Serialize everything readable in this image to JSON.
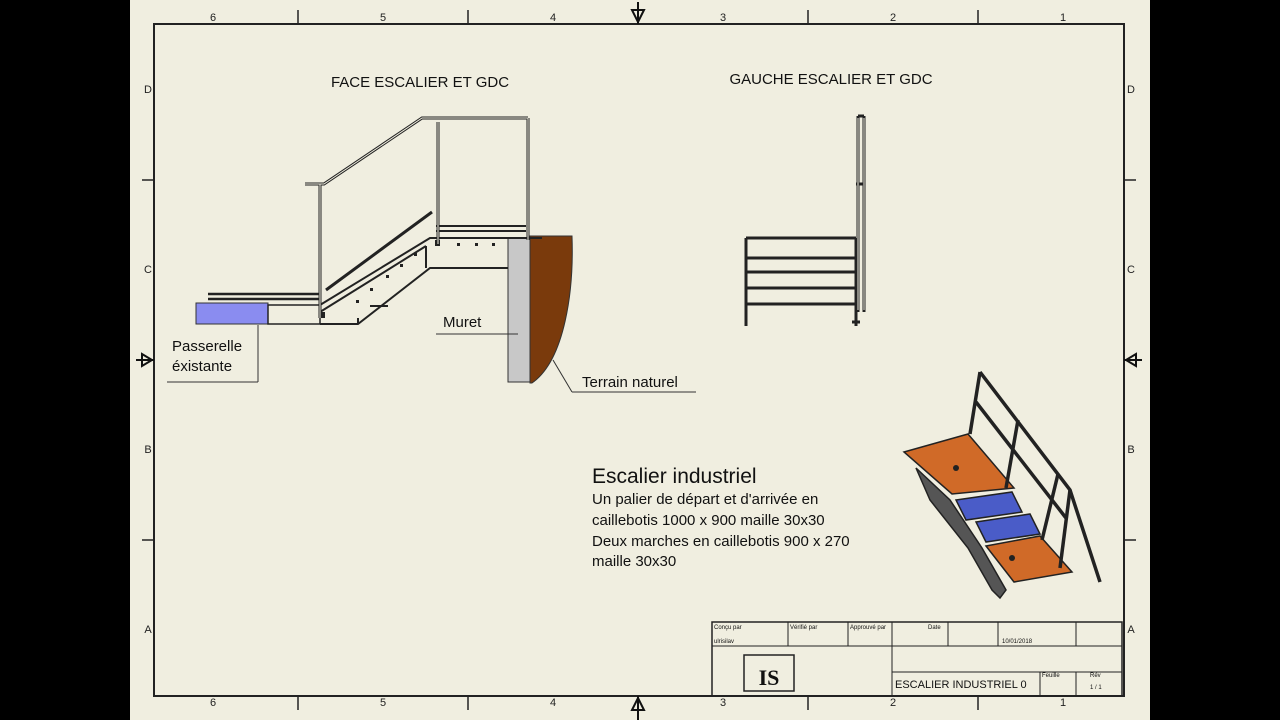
{
  "sheet": {
    "zone_numbers": [
      "6",
      "5",
      "4",
      "3",
      "2",
      "1"
    ],
    "zone_letters": [
      "D",
      "C",
      "B",
      "A"
    ]
  },
  "views": {
    "front_title": "FACE ESCALIER ET GDC",
    "left_title": "GAUCHE ESCALIER ET GDC"
  },
  "labels": {
    "walkway_line1": "Passerelle",
    "walkway_line2": "éxistante",
    "wall": "Muret",
    "ground": "Terrain naturel"
  },
  "description": {
    "title": "Escalier industriel",
    "lines": [
      "Un palier de départ  et d'arrivée en",
      "caillebotis 1000 x 900 maille 30x30",
      "Deux marches en caillebotis 900 x 270",
      "maille 30x30"
    ]
  },
  "title_block": {
    "designed_by_label": "Conçu par",
    "designed_by_value": "ulrisilav",
    "checked_by_label": "Vérifié par",
    "approved_by_label": "Approuvé par",
    "date_label": "Date",
    "date_value": "10/01/2018",
    "logo": "IS",
    "drawing_title": "ESCALIER INDUSTRIEL 0",
    "sheet_label": "Feuille",
    "revision_label": "Rév",
    "revision_value": "1 / 1"
  },
  "colors": {
    "sheet": "#f0eee0",
    "walkway": "#8a8cf0",
    "wall": "#c8c8c8",
    "ground": "#7a3a0c",
    "grating": "#d06a28",
    "steps": "#4a5cc8"
  }
}
